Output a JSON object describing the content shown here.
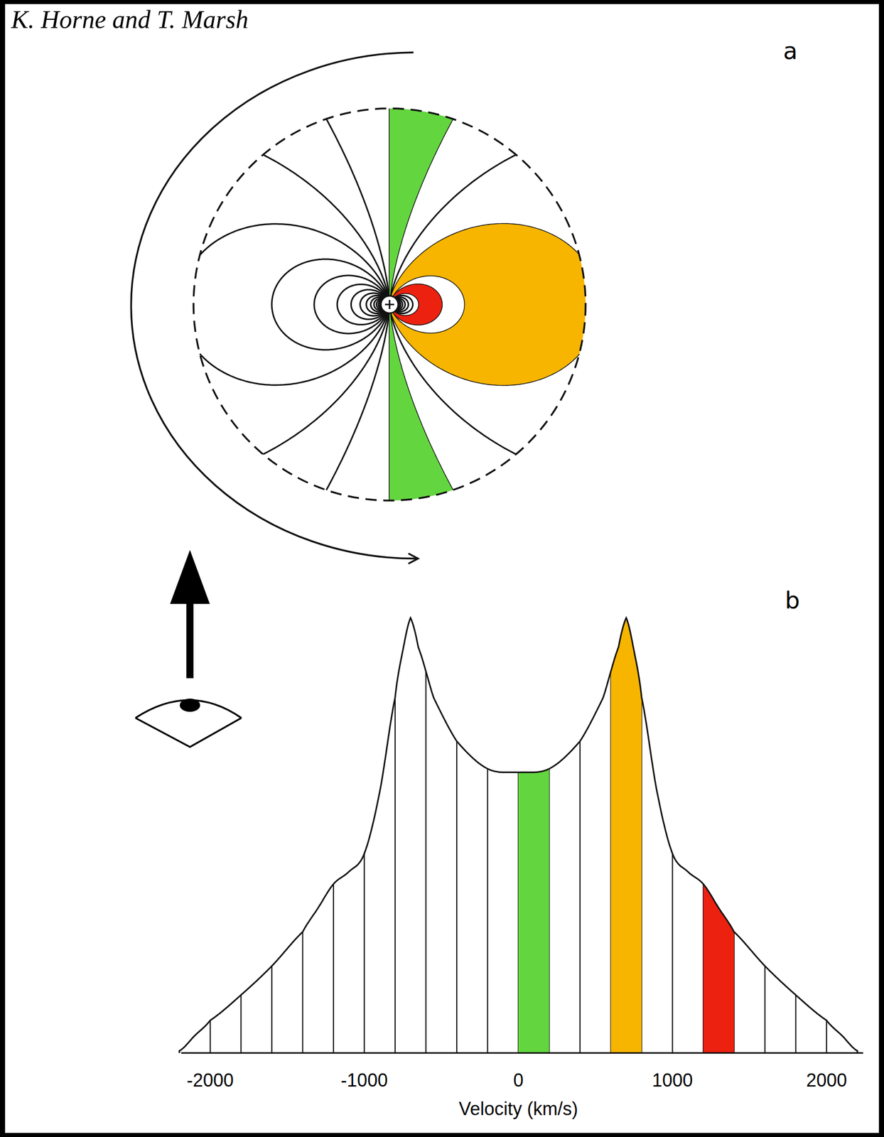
{
  "diagram": {
    "labels": [
      "K. Horne and T. Marsh",
      "a",
      "b",
      "-2000",
      "-1000",
      "0",
      "1000",
      "2000",
      "Velocity (km/s)"
    ]
  }
}
